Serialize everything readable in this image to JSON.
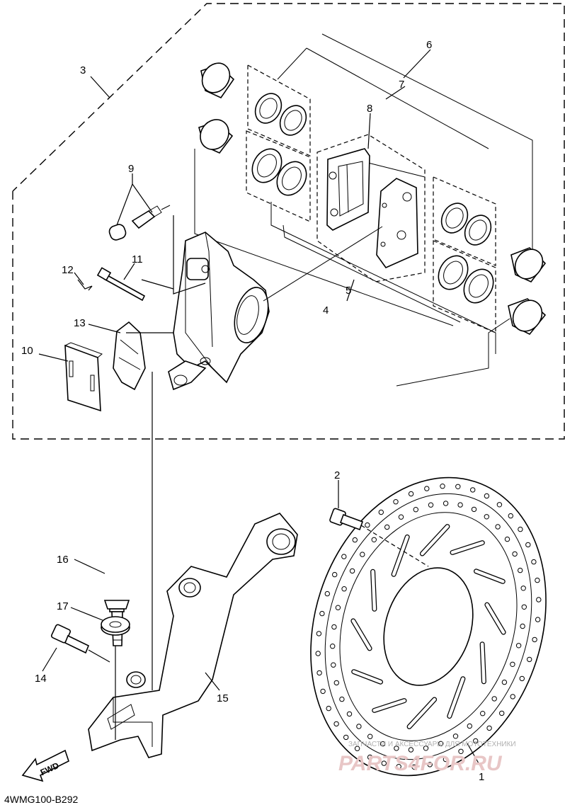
{
  "callouts": {
    "c1": "1",
    "c2": "2",
    "c3": "3",
    "c4": "4",
    "c5": "5",
    "c6": "6",
    "c7": "7",
    "c8": "8",
    "c9": "9",
    "c10": "10",
    "c11": "11",
    "c12": "12",
    "c13": "13",
    "c14": "14",
    "c15": "15",
    "c16": "16",
    "c17": "17"
  },
  "diagram_code": "4WMG100-B292",
  "direction_label": "FWD",
  "watermark": {
    "caption": "ЗАПЧАСТИ И АКСЕССУАРЫ ДЛЯ МОТОТЕХНИКИ",
    "logo_text": "PARTS4FOR.RU"
  }
}
